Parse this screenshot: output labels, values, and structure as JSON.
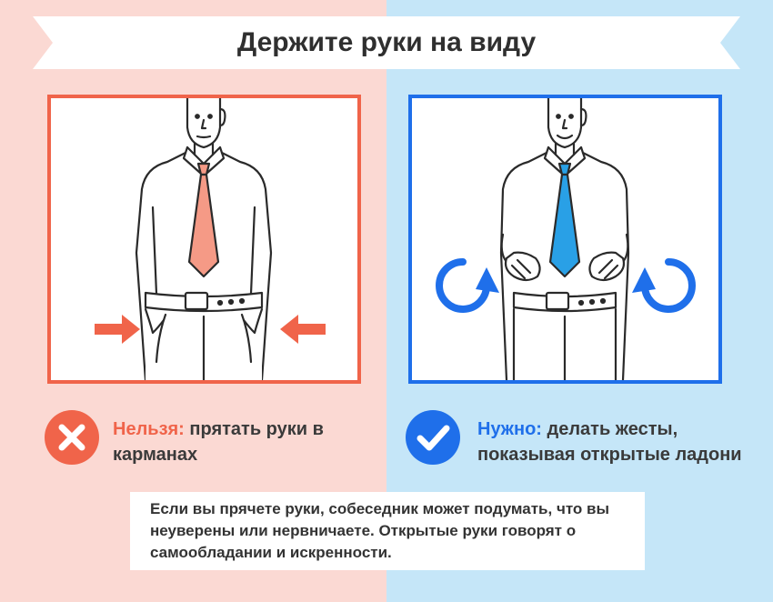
{
  "title": "Держите руки на виду",
  "colors": {
    "left_background": "#fbd9d3",
    "right_background": "#c5e6f8",
    "dont_accent": "#f0644a",
    "do_accent": "#1f6fea",
    "tie_dont": "#f59a86",
    "tie_do": "#29a0e6"
  },
  "dont": {
    "icon": "cross-circle-icon",
    "keyword": "Нельзя:",
    "text": "прятать руки в карманах",
    "illustration": "man-hands-in-pockets"
  },
  "do": {
    "icon": "check-circle-icon",
    "keyword": "Нужно:",
    "text": "делать жесты, показывая открытые ладони",
    "illustration": "man-open-palms"
  },
  "note": {
    "text": "Если вы прячете руки, собеседник может подумать, что вы неуверены или нервничаете. Открытые руки говорят о самообладании и искренности."
  }
}
